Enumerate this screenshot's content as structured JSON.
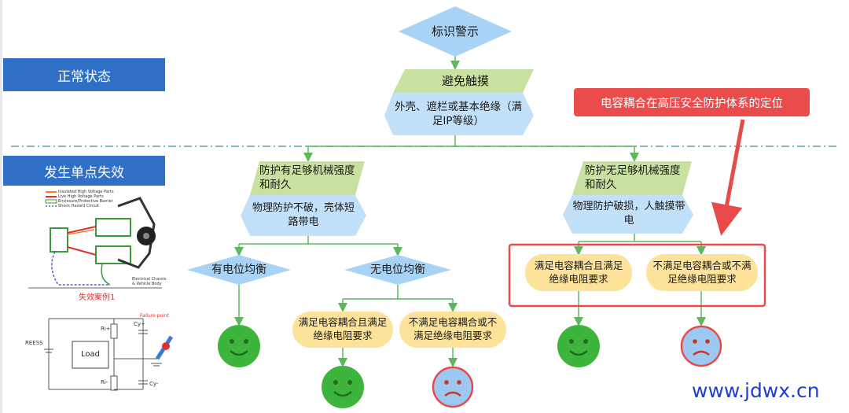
{
  "bands": {
    "normal": "正常状态",
    "failure": "发生单点失效"
  },
  "callout": "电容耦合在高压安全防护体系的定位",
  "watermark": "www.jdwx.cn",
  "nodes": {
    "warning": "标识警示",
    "avoid_touch": "避免触摸",
    "avoid_touch_desc": "外壳、遮栏或基本绝缘（满足IP等级）",
    "strong": "防护有足够机械强度和耐久",
    "strong_desc": "物理防护不破，壳体短路带电",
    "weak": "防护无足够机械强度和耐久",
    "weak_desc": "物理防护破损，人触摸带电",
    "with_equipotential": "有电位均衡",
    "no_equipotential": "无电位均衡",
    "meet_left": "满足电容耦合且满足绝缘电阻要求",
    "fail_left": "不满足电容耦合或不满足绝缘电阻要求",
    "meet_right": "满足电容耦合且满足绝缘电阻要求",
    "fail_right": "不满足电容耦合或不满足绝缘电阻要求"
  },
  "figure1": {
    "legend": [
      "Insulated High Voltage Parts",
      "Live High Voltage Parts",
      "Enclosure/Protective Barrier",
      "Shock Hazard Circuit"
    ],
    "chassis_label": "Electrical Chassis & Vehicle Body",
    "caption": "失效案例1"
  },
  "figure2": {
    "failure_point": "Failure point",
    "reess": "REESS",
    "load": "Load",
    "ri_plus": "Ri+",
    "ri_minus": "Ri-",
    "cy_plus": "Cy+",
    "cy_minus": "Cy-"
  },
  "colors": {
    "band_blue": "#2f6fc6",
    "diamond_blue": "#a9d3f5",
    "trap_green": "#c8e0a0",
    "desc_blue": "#c2e0f8",
    "rounded_yellow": "#fde39a",
    "connector_green": "#5cb85c",
    "happy_face": "#3db53d",
    "sad_face": "#9cc8f2",
    "sad_border": "#e84a4a",
    "callout_red": "#ea4c4c",
    "watermark": "#1f3fd1"
  }
}
